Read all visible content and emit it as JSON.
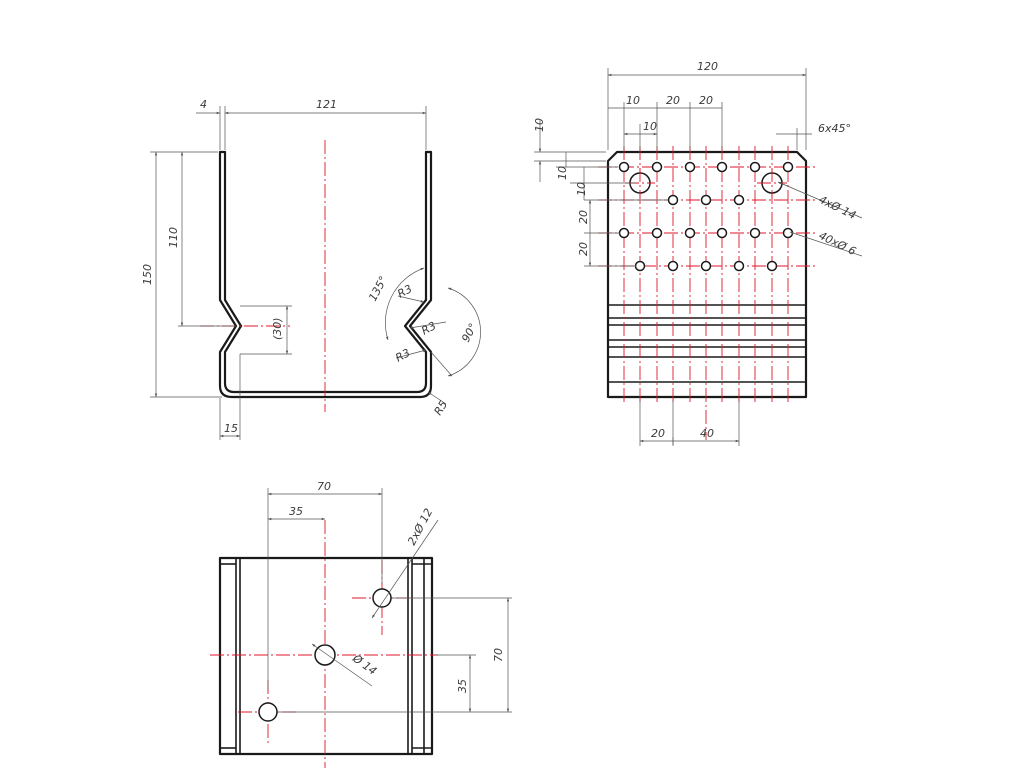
{
  "colors": {
    "outline": "#1a1a1a",
    "dimension": "#555555",
    "centerline": "#e0162b",
    "background": "#ffffff"
  },
  "front_view": {
    "dim_thickness": "4",
    "dim_width": "121",
    "dim_height_total": "150",
    "dim_height_notch": "110",
    "dim_notch": "(30)",
    "dim_angle_outer": "135°",
    "dim_angle_inner": "90°",
    "radius_upper": "R3",
    "radius_middle": "R3",
    "radius_lower": "R3",
    "radius_bottom": "R5",
    "dim_flange": "15"
  },
  "side_view": {
    "dim_width": "120",
    "dim_x1": "10",
    "dim_x2": "20",
    "dim_x3": "20",
    "dim_x4": "10",
    "dim_chamfer": "6x45°",
    "dim_y_top": "10",
    "dim_y1": "10",
    "dim_y2": "10",
    "dim_y3": "20",
    "dim_y4": "20",
    "hole_callout_large": "4xØ 14",
    "hole_callout_small": "40xØ 6",
    "dim_bottom_1": "20",
    "dim_bottom_2": "40"
  },
  "bottom_view": {
    "dim_70_top": "70",
    "dim_35_top": "35",
    "hole_callout_12": "2xØ 12",
    "hole_callout_14": "Ø 14",
    "dim_70_right": "70",
    "dim_35_right": "35"
  }
}
